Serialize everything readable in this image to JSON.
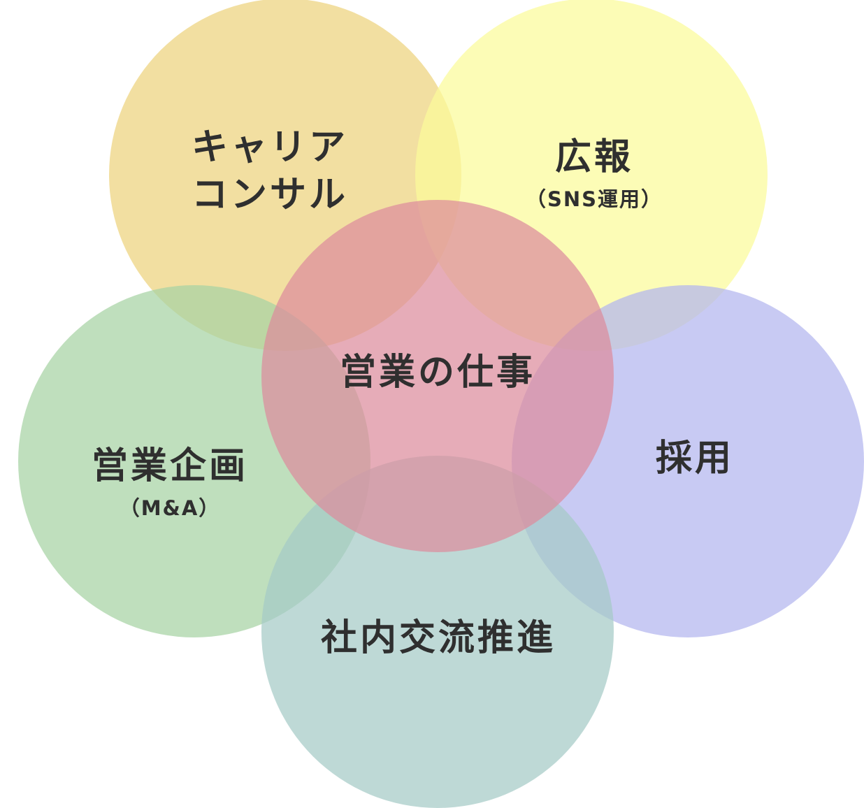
{
  "diagram": {
    "center": {
      "label": "営業の仕事",
      "color": "#dd8c9c"
    },
    "nodes": [
      {
        "id": "career",
        "line1": "キャリア",
        "line2": "コンサル",
        "color": "#edd27d"
      },
      {
        "id": "pr",
        "line1": "広報",
        "sub": "（SNS運用）",
        "color": "#fbfb9a"
      },
      {
        "id": "planning",
        "line1": "営業企画",
        "sub": "（M&A）",
        "color": "#a6d2a4"
      },
      {
        "id": "recruit",
        "line1": "採用",
        "color": "#b3b5ef"
      },
      {
        "id": "internal",
        "line1": "社内交流推進",
        "color": "#a5cbc6"
      }
    ]
  }
}
